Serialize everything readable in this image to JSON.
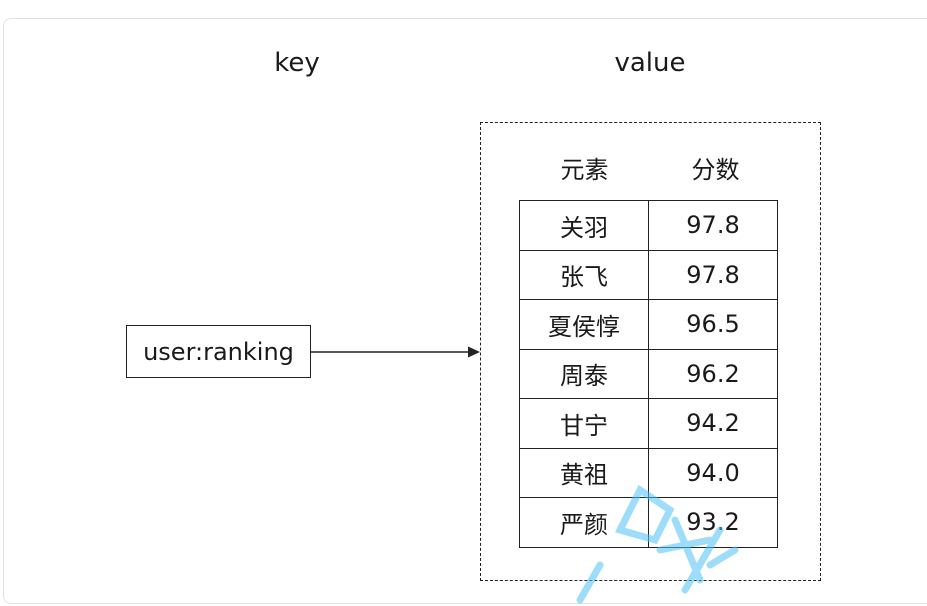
{
  "header": {
    "key_label": "key",
    "value_label": "value"
  },
  "key": {
    "name": "user:ranking"
  },
  "value_table": {
    "columns": [
      "元素",
      "分数"
    ],
    "rows": [
      {
        "member": "关羽",
        "score": "97.8"
      },
      {
        "member": "张飞",
        "score": "97.8"
      },
      {
        "member": "夏侯惇",
        "score": "96.5"
      },
      {
        "member": "周泰",
        "score": "96.2"
      },
      {
        "member": "甘宁",
        "score": "94.2"
      },
      {
        "member": "黄祖",
        "score": "94.0"
      },
      {
        "member": "严颜",
        "score": "93.2"
      }
    ]
  },
  "colors": {
    "line": "#222222",
    "watermark": "#4fc3f7"
  }
}
